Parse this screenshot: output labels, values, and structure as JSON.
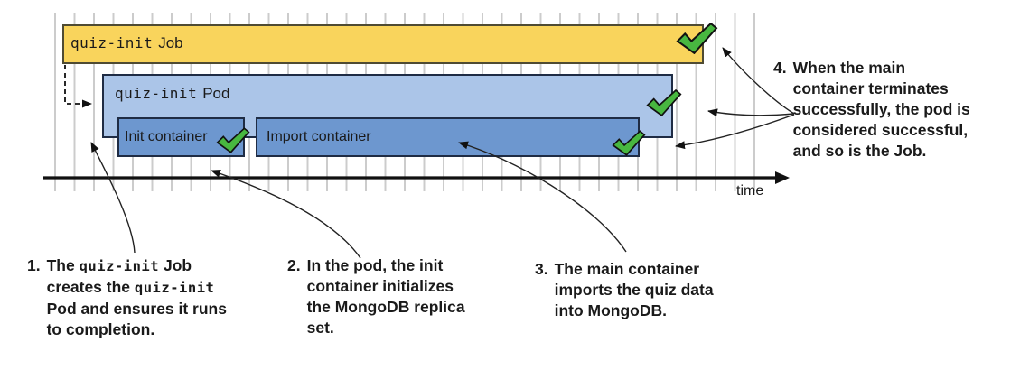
{
  "bars": {
    "job": {
      "code": "quiz-init",
      "suffix": "Job"
    },
    "pod": {
      "code": "quiz-init",
      "suffix": "Pod"
    },
    "init_container": {
      "label": "Init container"
    },
    "import_container": {
      "label": "Import container"
    }
  },
  "axis": {
    "label": "time"
  },
  "colors": {
    "job_fill": "#f9d45c",
    "job_border": "#4f4b33",
    "pod_fill": "#abc5e8",
    "container_fill": "#6d97cf",
    "box_border": "#1f2c44",
    "grid_line": "#cccccc",
    "success_green": "#48b740"
  },
  "annotations": [
    {
      "number": "1.",
      "segments": [
        {
          "t": "The "
        },
        {
          "t": "quiz-init",
          "mono": true
        },
        {
          "t": " Job"
        },
        {
          "br": true
        },
        {
          "t": "creates the "
        },
        {
          "t": "quiz-init",
          "mono": true
        },
        {
          "br": true
        },
        {
          "t": "Pod and ensures it runs"
        },
        {
          "br": true
        },
        {
          "t": "to completion."
        }
      ]
    },
    {
      "number": "2.",
      "segments": [
        {
          "t": "In the pod, the init"
        },
        {
          "br": true
        },
        {
          "t": "container initializes"
        },
        {
          "br": true
        },
        {
          "t": "the MongoDB replica"
        },
        {
          "br": true
        },
        {
          "t": "set."
        }
      ]
    },
    {
      "number": "3.",
      "segments": [
        {
          "t": "The main container"
        },
        {
          "br": true
        },
        {
          "t": "imports the quiz data"
        },
        {
          "br": true
        },
        {
          "t": "into MongoDB."
        }
      ]
    },
    {
      "number": "4.",
      "segments": [
        {
          "t": "When the main"
        },
        {
          "br": true
        },
        {
          "t": "container terminates"
        },
        {
          "br": true
        },
        {
          "t": "successfully, the pod is"
        },
        {
          "br": true
        },
        {
          "t": "considered successful,"
        },
        {
          "br": true
        },
        {
          "t": "and so is the Job."
        }
      ]
    }
  ]
}
